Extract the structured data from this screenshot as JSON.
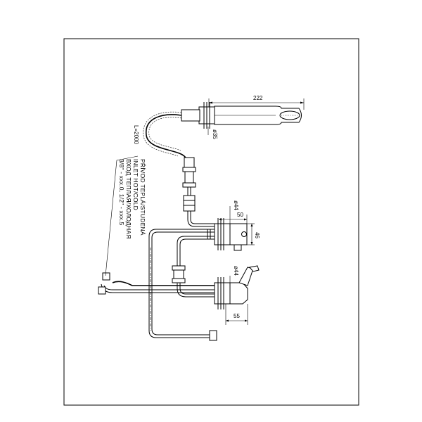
{
  "dimensions": {
    "hand_shower_length": "222",
    "hose_diameter": "ø35",
    "hose_length": "L=2000",
    "upper_valve_diameter": "ø44",
    "upper_valve_width": "50",
    "upper_valve_height": "46",
    "lower_valve_diameter": "ø44",
    "lower_valve_width": "55"
  },
  "connection_note": {
    "line1": "PŘÍVOD TEPLÁ/STUDENÁ",
    "line2": "INLET HOT/COLD",
    "line3": "ВХОД ТЕПЛАЯ/ХОЛОДНАЯ",
    "line4": "3/8\" - xxx.0, 1/2\" - xxx.5"
  }
}
